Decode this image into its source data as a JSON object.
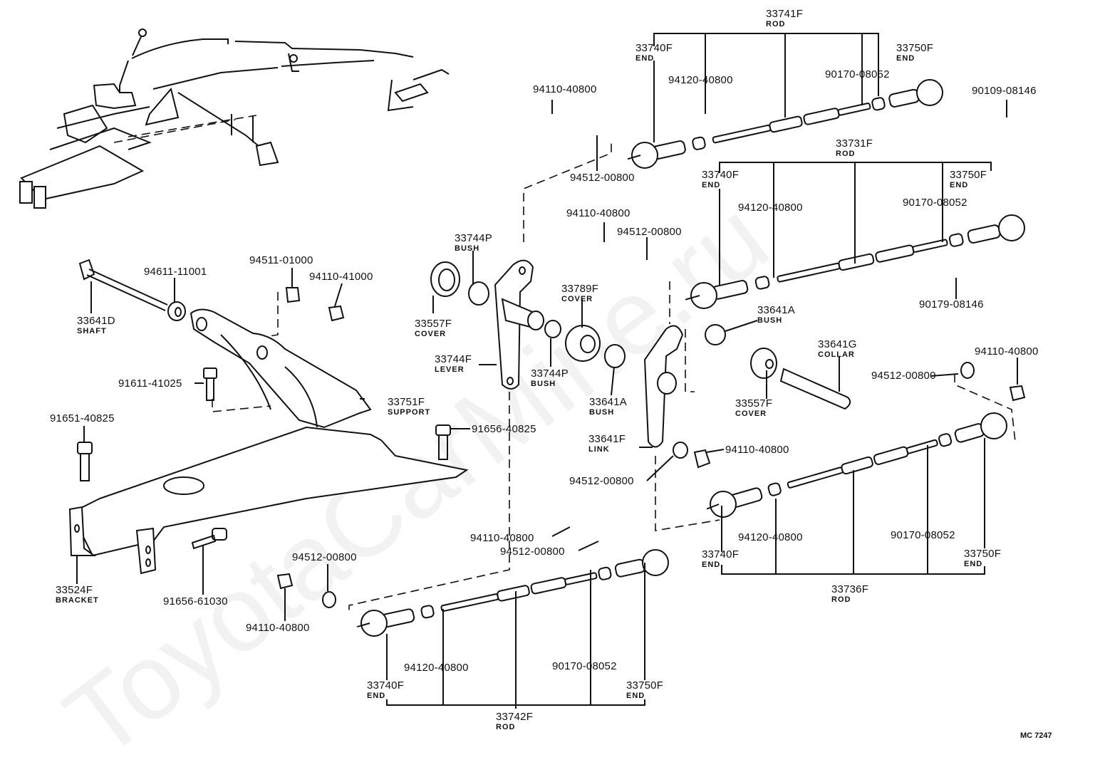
{
  "diagram": {
    "type": "exploded parts diagram",
    "subject": "manual transmission shift linkage",
    "watermark": "ToyotaCarMine.ru",
    "figure_code": "MC 7247"
  },
  "labels": {
    "rod_33741F": {
      "part": "33741F",
      "desc": "ROD"
    },
    "end_33740F_a": {
      "part": "33740F",
      "desc": "END"
    },
    "end_33750F_a": {
      "part": "33750F",
      "desc": "END"
    },
    "nut_94120_a": {
      "part": "94120-40800"
    },
    "nut_90170_a": {
      "part": "90170-08052"
    },
    "nut_90109": {
      "part": "90109-08146"
    },
    "nut_94110_a": {
      "part": "94110-40800"
    },
    "washer_94512_a": {
      "part": "94512-00800"
    },
    "rod_33731F": {
      "part": "33731F",
      "desc": "ROD"
    },
    "end_33740F_b": {
      "part": "33740F",
      "desc": "END"
    },
    "end_33750F_b": {
      "part": "33750F",
      "desc": "END"
    },
    "nut_94120_b": {
      "part": "94120-40800"
    },
    "nut_90170_b": {
      "part": "90170-08052"
    },
    "nut_90179": {
      "part": "90179-08146"
    },
    "nut_94110_b": {
      "part": "94110-40800"
    },
    "washer_94512_b": {
      "part": "94512-00800"
    },
    "bush_33744P_a": {
      "part": "33744P",
      "desc": "BUSH"
    },
    "cover_33557F_a": {
      "part": "33557F",
      "desc": "COVER"
    },
    "lever_33744F": {
      "part": "33744F",
      "desc": "LEVER"
    },
    "bush_33744P_b": {
      "part": "33744P",
      "desc": "BUSH"
    },
    "cover_33789F": {
      "part": "33789F",
      "desc": "COVER"
    },
    "bush_33641A_a": {
      "part": "33641A",
      "desc": "BUSH"
    },
    "bush_33641A_b": {
      "part": "33641A",
      "desc": "BUSH"
    },
    "link_33641F": {
      "part": "33641F",
      "desc": "LINK"
    },
    "collar_33641G": {
      "part": "33641G",
      "desc": "COLLAR"
    },
    "cover_33557F_b": {
      "part": "33557F",
      "desc": "COVER"
    },
    "washer_94512_c": {
      "part": "94512-00800"
    },
    "nut_94110_c": {
      "part": "94110-40800"
    },
    "washer_94512_d": {
      "part": "94512-00800"
    },
    "nut_94110_d": {
      "part": "94110-40800"
    },
    "shaft_33641D": {
      "part": "33641D",
      "desc": "SHAFT"
    },
    "washer_94611": {
      "part": "94611-11001"
    },
    "washer_94511": {
      "part": "94511-01000"
    },
    "nut_94110_41000": {
      "part": "94110-41000"
    },
    "bolt_91611": {
      "part": "91611-41025"
    },
    "support_33751F": {
      "part": "33751F",
      "desc": "SUPPORT"
    },
    "bolt_91651": {
      "part": "91651-40825"
    },
    "bolt_91656_40825": {
      "part": "91656-40825"
    },
    "bracket_33524F": {
      "part": "33524F",
      "desc": "BRACKET"
    },
    "bolt_91656_61030": {
      "part": "91656-61030"
    },
    "nut_94110_e": {
      "part": "94110-40800"
    },
    "washer_94512_e": {
      "part": "94512-00800"
    },
    "nut_94110_f": {
      "part": "94110-40800"
    },
    "washer_94512_f": {
      "part": "94512-00800"
    },
    "end_33740F_c": {
      "part": "33740F",
      "desc": "END"
    },
    "nut_94120_c": {
      "part": "94120-40800"
    },
    "nut_90170_c": {
      "part": "90170-08052"
    },
    "end_33750F_c": {
      "part": "33750F",
      "desc": "END"
    },
    "rod_33736F": {
      "part": "33736F",
      "desc": "ROD"
    },
    "end_33740F_d": {
      "part": "33740F",
      "desc": "END"
    },
    "nut_94120_d": {
      "part": "94120-40800"
    },
    "nut_90170_d": {
      "part": "90170-08052"
    },
    "end_33750F_d": {
      "part": "33750F",
      "desc": "END"
    },
    "rod_33742F": {
      "part": "33742F",
      "desc": "ROD"
    }
  }
}
